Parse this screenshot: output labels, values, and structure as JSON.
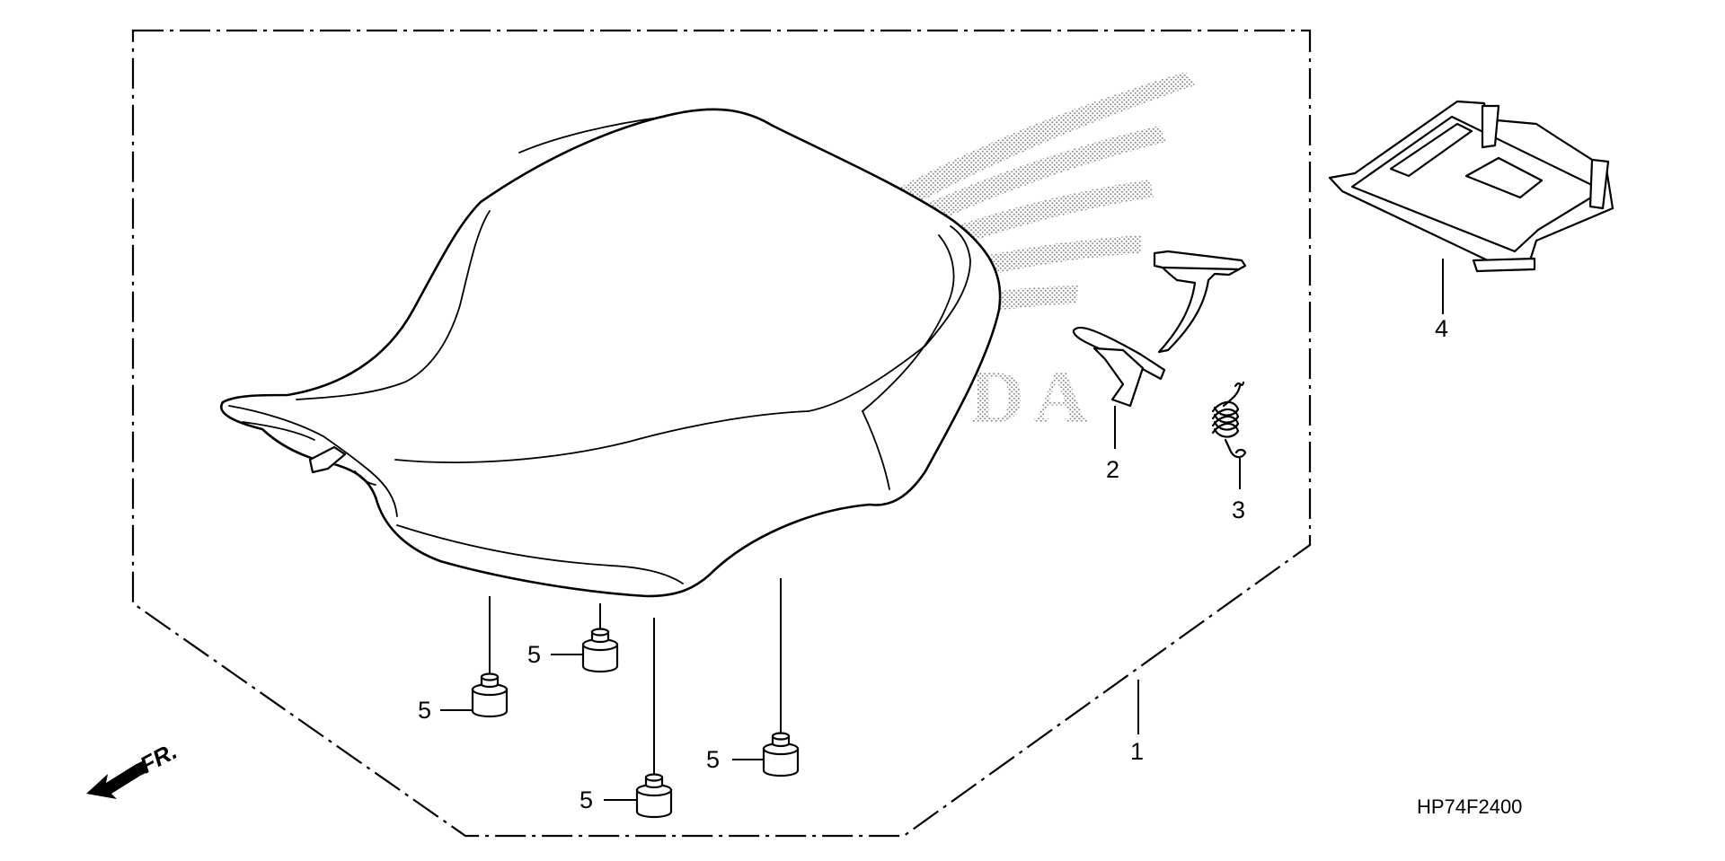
{
  "diagram": {
    "drawing_code": "HP74F2400",
    "direction_label": "FR.",
    "watermark_text": "HONDA",
    "callouts": {
      "seat": "1",
      "latch": "2",
      "spring": "3",
      "tray": "4",
      "cushion_a": "5",
      "cushion_b": "5",
      "cushion_c": "5",
      "cushion_d": "5"
    }
  }
}
